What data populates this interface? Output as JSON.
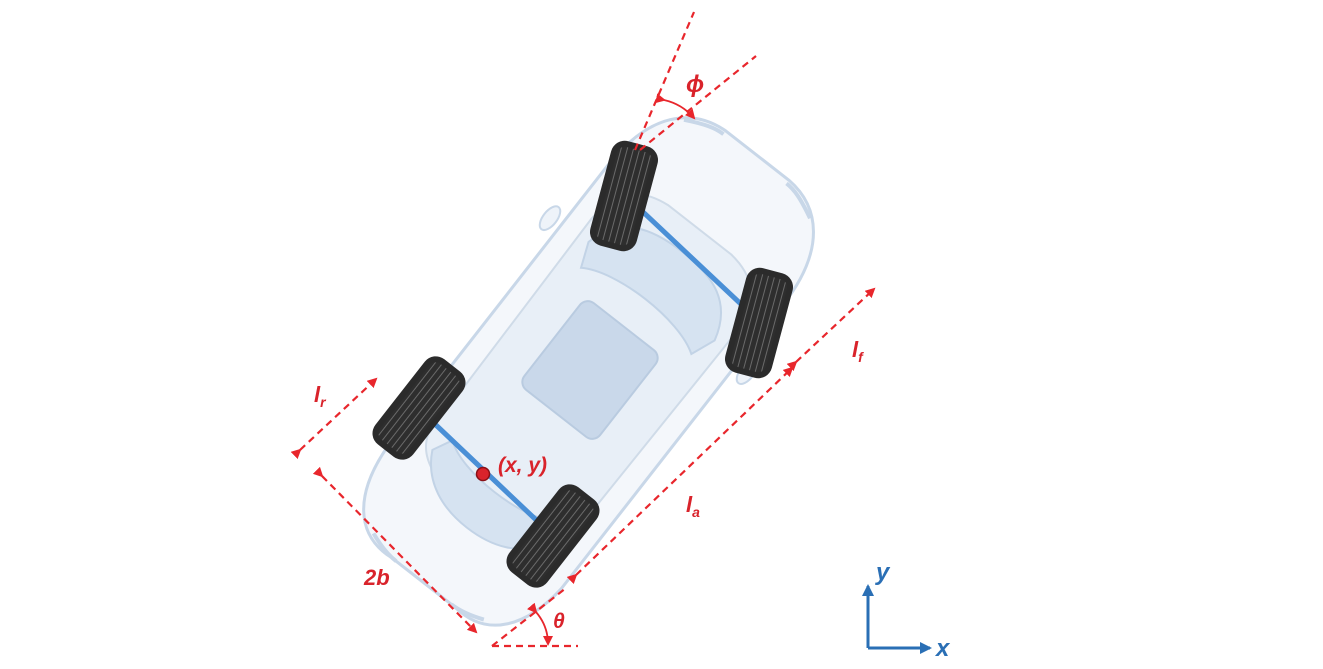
{
  "labels": {
    "steering_angle": "ϕ",
    "rear_length": "l",
    "rear_sub": "r",
    "front_length": "l",
    "front_sub": "f",
    "axle_length": "l",
    "axle_sub": "a",
    "half_width": "2b",
    "position": "(x, y)",
    "heading": "θ",
    "axis_x": "x",
    "axis_y": "y"
  },
  "colors": {
    "annotation": "#e8262c",
    "axis": "#2a6fb5",
    "car_outline": "#c8d7e8",
    "car_fill": "#eef3f9",
    "axle": "#4a8fd6",
    "tire": "#2b2b2b"
  }
}
